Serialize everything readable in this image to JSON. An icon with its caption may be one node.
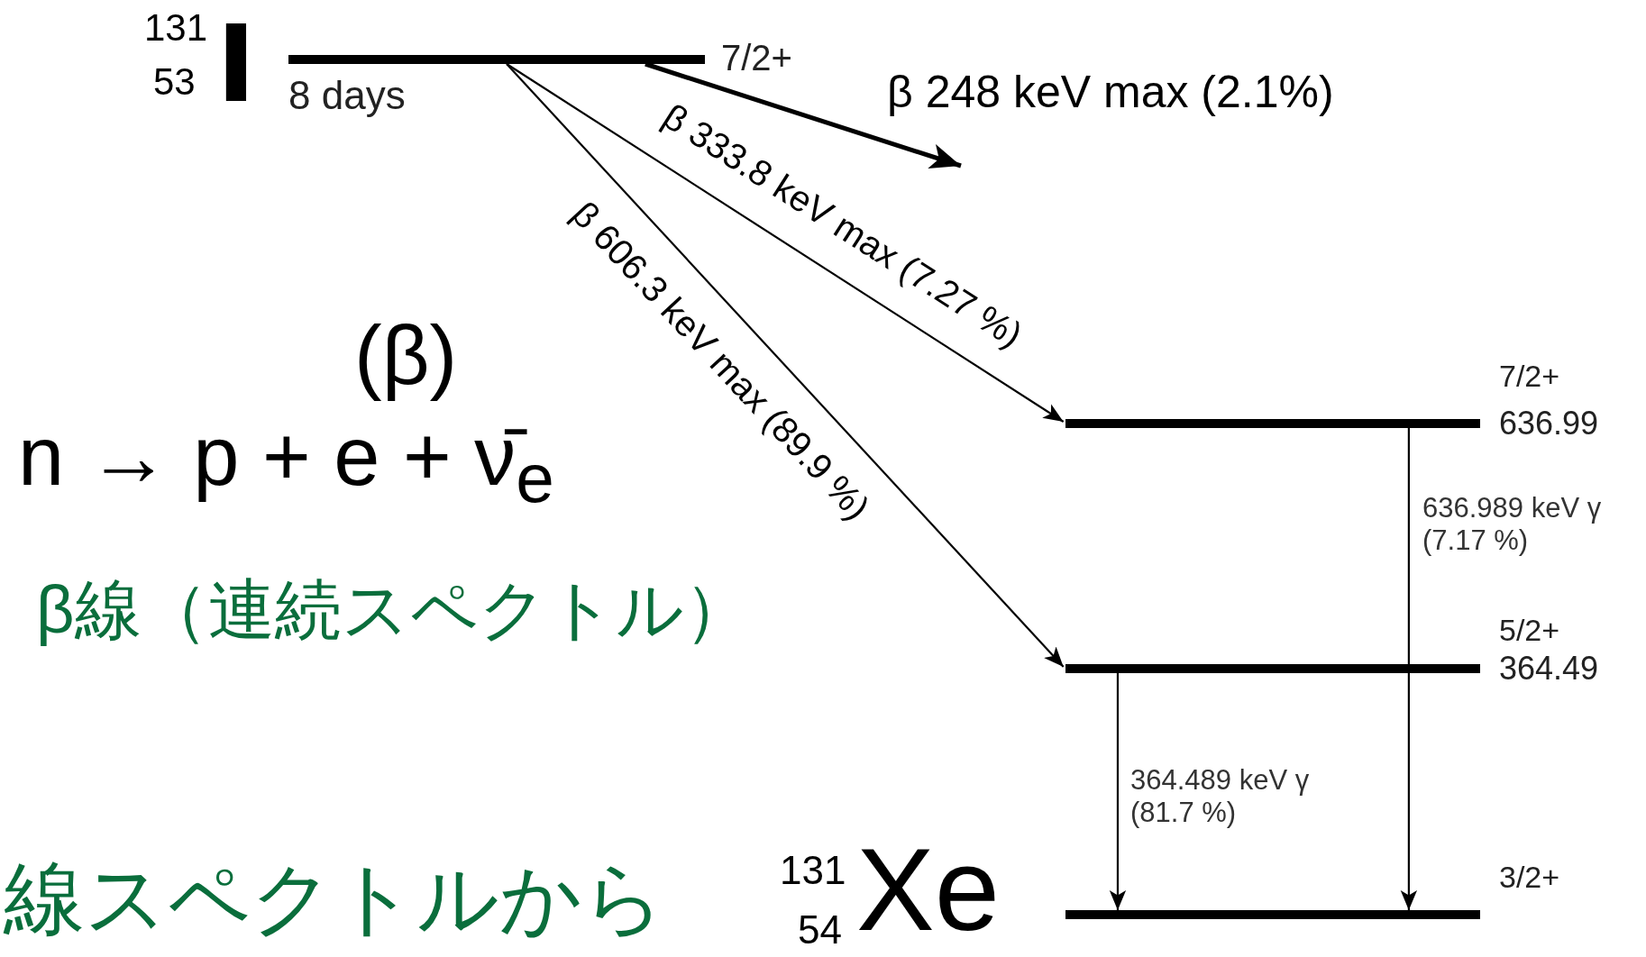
{
  "diagram": {
    "nodes": [
      {
        "text": [],
        "shape": "bar",
        "beside": [
          "7/2+",
          "8 days"
        ]
      },
      {
        "text": [],
        "shape": "bar",
        "beside": [
          "7/2+",
          "636.99"
        ]
      },
      {
        "text": [],
        "shape": "bar",
        "beside": [
          "5/2+",
          "364.49"
        ]
      },
      {
        "text": [],
        "shape": "bar",
        "beside": [
          "3/2+"
        ]
      }
    ],
    "edges": [
      {
        "from": 0,
        "to": null,
        "arrow": "to",
        "label": "β 248 keV max (2.1%)",
        "style": "thick"
      },
      {
        "from": 0,
        "to": 1,
        "arrow": "to",
        "label": "β 333.8 keV max (7.27 %)"
      },
      {
        "from": 0,
        "to": 2,
        "arrow": "to",
        "label": "β 606.3 keV max (89.9 %)"
      },
      {
        "from": 1,
        "to": 3,
        "arrow": "to",
        "label": "636.989 keV γ (7.17 %)"
      },
      {
        "from": 2,
        "to": 3,
        "arrow": "to",
        "label": "364.489 keV γ (81.7 %)"
      }
    ],
    "labels": [
      "131",
      "53",
      "I",
      "(β)",
      "n → p + e + ν̄$_{e}$",
      "β線（連続スペクトル）",
      "131",
      "54",
      "Xe",
      "線スペクトルから"
    ]
  }
}
